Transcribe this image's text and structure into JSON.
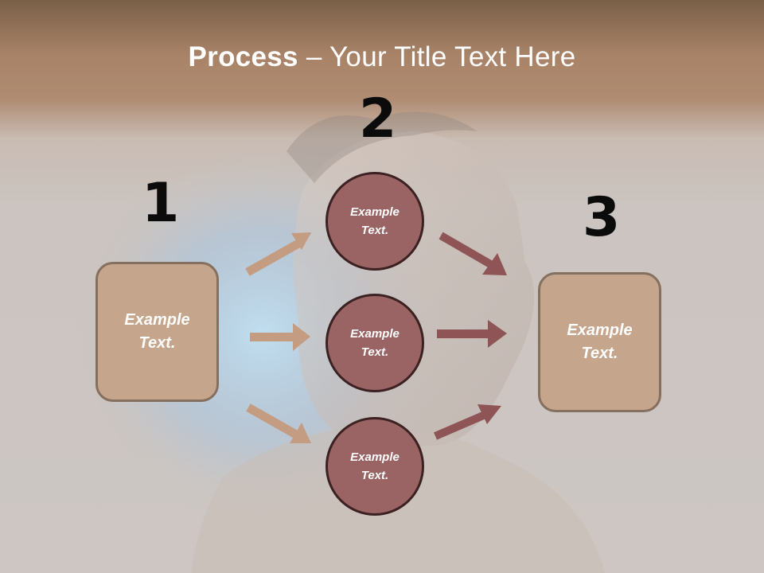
{
  "slide": {
    "title_bold": "Process",
    "title_rest": " – Your Title Text Here"
  },
  "steps": {
    "step1_number": "1",
    "step2_number": "2",
    "step3_number": "3"
  },
  "left_box": {
    "text": "Example\nText."
  },
  "circles": [
    {
      "text": "Example\nText."
    },
    {
      "text": "Example\nText."
    },
    {
      "text": "Example\nText."
    }
  ],
  "right_box": {
    "text": "Example\nText."
  },
  "colors": {
    "tan_arrow": "#c49c81",
    "maroon_arrow": "#8f5556",
    "box_fill": "#c5a58b",
    "circle_fill": "#9a6364"
  }
}
